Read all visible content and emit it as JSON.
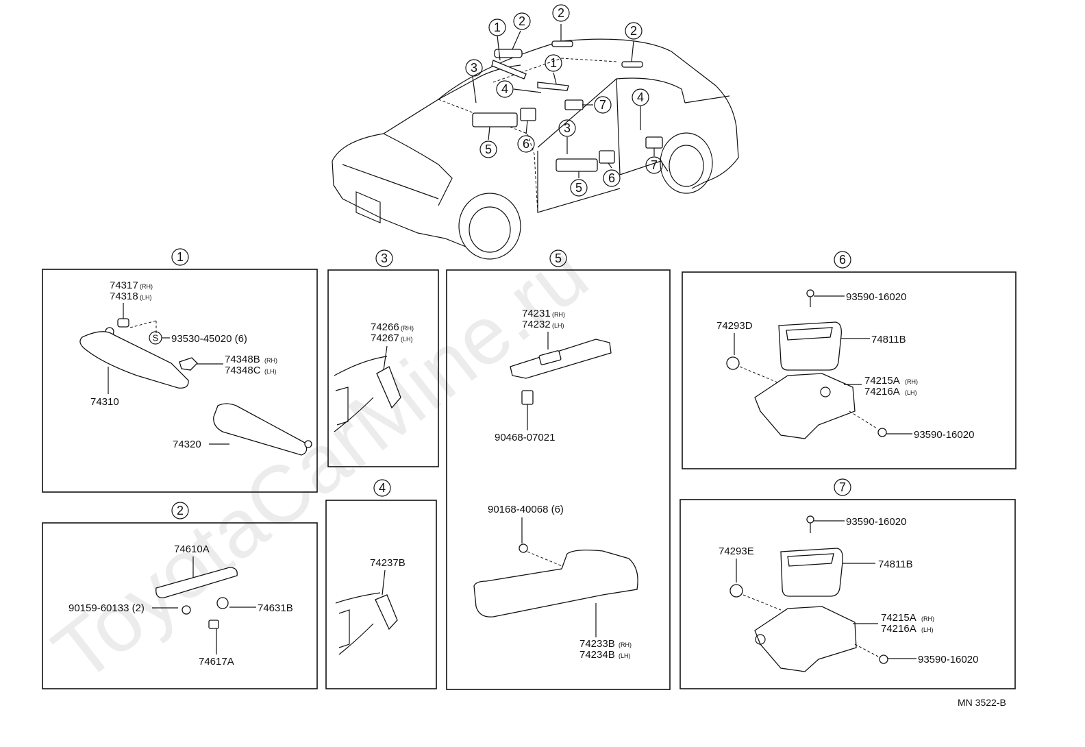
{
  "watermark": "ToyotaCarMine.ru",
  "diagram_code": "MN 3522-B",
  "overview_callouts": [
    "1",
    "2",
    "2",
    "2",
    "1",
    "3",
    "4",
    "7",
    "4",
    "5",
    "6",
    "3",
    "7",
    "5",
    "6"
  ],
  "sections": [
    {
      "id": "1",
      "parts": [
        {
          "code": "74317",
          "side": "(RH)"
        },
        {
          "code": "74318",
          "side": "(LH)"
        },
        {
          "code": "93530-45020 (6)",
          "side": ""
        },
        {
          "code": "74348B",
          "side": "(RH)"
        },
        {
          "code": "74348C",
          "side": "(LH)"
        },
        {
          "code": "74310",
          "side": ""
        },
        {
          "code": "74320",
          "side": ""
        }
      ],
      "symbol": "S"
    },
    {
      "id": "2",
      "parts": [
        {
          "code": "74610A",
          "side": ""
        },
        {
          "code": "90159-60133 (2)",
          "side": ""
        },
        {
          "code": "74631B",
          "side": ""
        },
        {
          "code": "74617A",
          "side": ""
        }
      ]
    },
    {
      "id": "3",
      "parts": [
        {
          "code": "74266",
          "side": "(RH)"
        },
        {
          "code": "74267",
          "side": "(LH)"
        }
      ]
    },
    {
      "id": "4",
      "parts": [
        {
          "code": "74237B",
          "side": ""
        }
      ]
    },
    {
      "id": "5",
      "parts": [
        {
          "code": "74231",
          "side": "(RH)"
        },
        {
          "code": "74232",
          "side": "(LH)"
        },
        {
          "code": "90468-07021",
          "side": ""
        },
        {
          "code": "90168-40068 (6)",
          "side": ""
        },
        {
          "code": "74233B",
          "side": "(RH)"
        },
        {
          "code": "74234B",
          "side": "(LH)"
        }
      ]
    },
    {
      "id": "6",
      "parts": [
        {
          "code": "93590-16020",
          "side": ""
        },
        {
          "code": "74293D",
          "side": ""
        },
        {
          "code": "74811B",
          "side": ""
        },
        {
          "code": "74215A",
          "side": "(RH)"
        },
        {
          "code": "74216A",
          "side": "(LH)"
        },
        {
          "code": "93590-16020",
          "side": ""
        }
      ]
    },
    {
      "id": "7",
      "parts": [
        {
          "code": "93590-16020",
          "side": ""
        },
        {
          "code": "74293E",
          "side": ""
        },
        {
          "code": "74811B",
          "side": ""
        },
        {
          "code": "74215A",
          "side": "(RH)"
        },
        {
          "code": "74216A",
          "side": "(LH)"
        },
        {
          "code": "93590-16020",
          "side": ""
        }
      ]
    }
  ]
}
